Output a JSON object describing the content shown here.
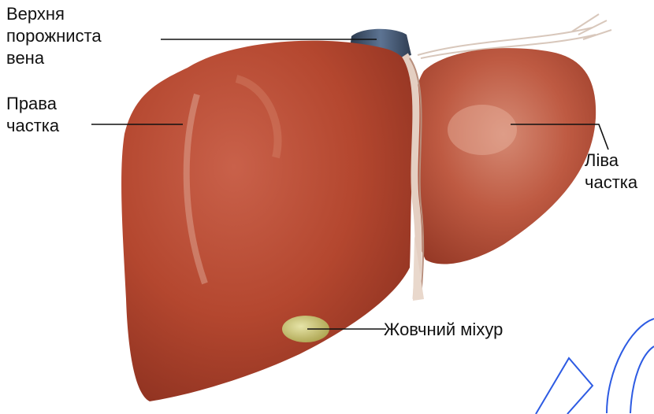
{
  "labels": {
    "inferior_vena_cava": [
      "Верхня",
      "порожниста",
      "вена"
    ],
    "right_lobe": [
      "Права",
      "частка"
    ],
    "left_lobe": [
      "Ліва",
      "частка"
    ],
    "gallbladder": [
      "Жовчний міхур"
    ]
  },
  "colors": {
    "liver": "#b84a32",
    "liver_dark": "#8f3423",
    "ligament": "#e2c9b8",
    "vena_cava": "#3d4f66",
    "gallbladder": "#c7c06a",
    "watermark": "#2d5be3"
  }
}
